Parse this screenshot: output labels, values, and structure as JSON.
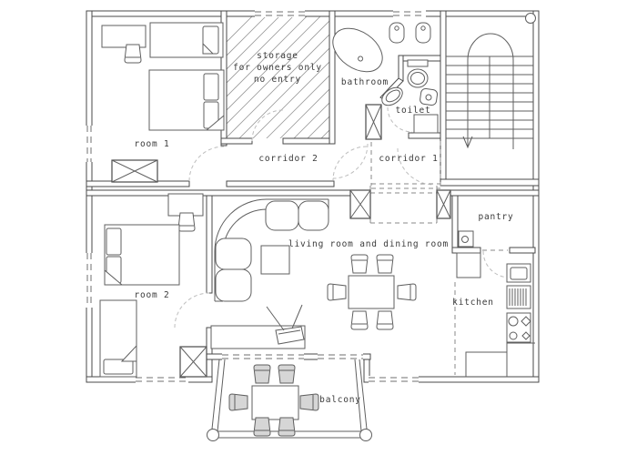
{
  "page": {
    "type": "architectural floor plan drawing",
    "background": "#ffffff"
  },
  "colors": {
    "wall": "#4a4a4a",
    "furniture": "#5f5f5f",
    "door_swing": "#bdbdbd",
    "window_dash": "#6f6f6f",
    "hatch": "#9a9a9a",
    "text": "#3a3a3a"
  },
  "labels": {
    "room1": "room 1",
    "room2": "room 2",
    "storage_line1": "storage",
    "storage_line2": "for owners only",
    "storage_line3": "no entry",
    "bathroom": "bathroom",
    "toilet": "toilet",
    "corridor1": "corridor 1",
    "corridor2": "corridor 2",
    "living_dining": "living room and dining room",
    "pantry": "pantry",
    "kitchen": "kitchen",
    "balcony": "balcony"
  },
  "symbols": {
    "room1": [
      "desk with chair",
      "single bed",
      "double bed",
      "wardrobe"
    ],
    "room2": [
      "desk with chair",
      "double bed",
      "single bed",
      "wardrobe"
    ],
    "storage": [
      "hatched no-entry area",
      "door swing"
    ],
    "bathroom": [
      "bathtub",
      "washbasin",
      "washbasin"
    ],
    "toilet_room": [
      "toilet bowl",
      "bidet",
      "small basin",
      "cabinet"
    ],
    "stairwell": [
      "staircase",
      "down direction arrow"
    ],
    "living_dining": [
      "corner sofa",
      "coffee table",
      "dining table",
      "six chairs",
      "tv stand",
      "tv set"
    ],
    "pantry": [
      "boiler unit"
    ],
    "kitchen": [
      "refrigerator",
      "sink",
      "dishwasher",
      "stove with burners",
      "counter"
    ],
    "balcony": [
      "table",
      "six chairs",
      "corner posts"
    ]
  }
}
